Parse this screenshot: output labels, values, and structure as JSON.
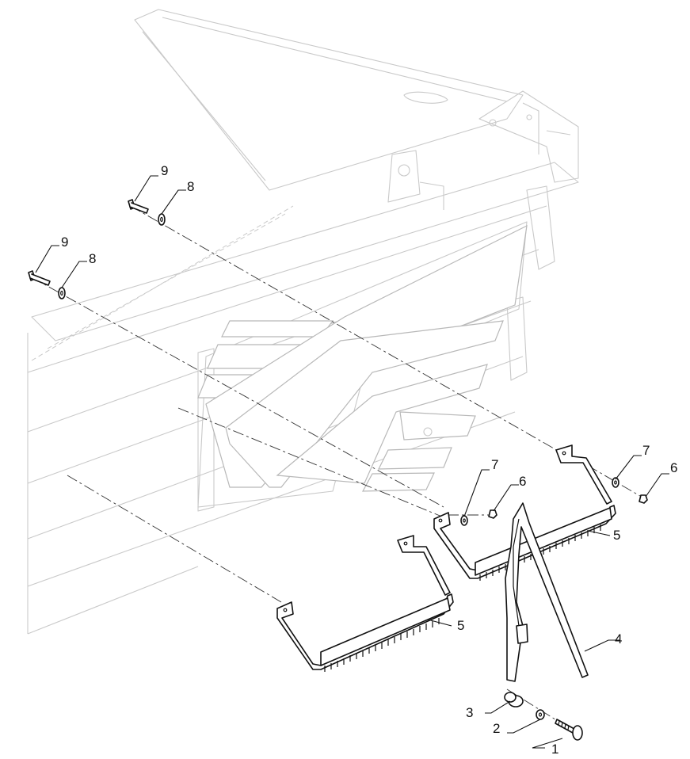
{
  "diagram": {
    "callouts": [
      {
        "id": "c1",
        "label": "1"
      },
      {
        "id": "c2",
        "label": "2"
      },
      {
        "id": "c3",
        "label": "3"
      },
      {
        "id": "c4",
        "label": "4"
      },
      {
        "id": "c5a",
        "label": "5"
      },
      {
        "id": "c5b",
        "label": "5"
      },
      {
        "id": "c6a",
        "label": "6"
      },
      {
        "id": "c6b",
        "label": "6"
      },
      {
        "id": "c7a",
        "label": "7"
      },
      {
        "id": "c7b",
        "label": "7"
      },
      {
        "id": "c8a",
        "label": "8"
      },
      {
        "id": "c8b",
        "label": "8"
      },
      {
        "id": "c9a",
        "label": "9"
      },
      {
        "id": "c9b",
        "label": "9"
      }
    ]
  }
}
